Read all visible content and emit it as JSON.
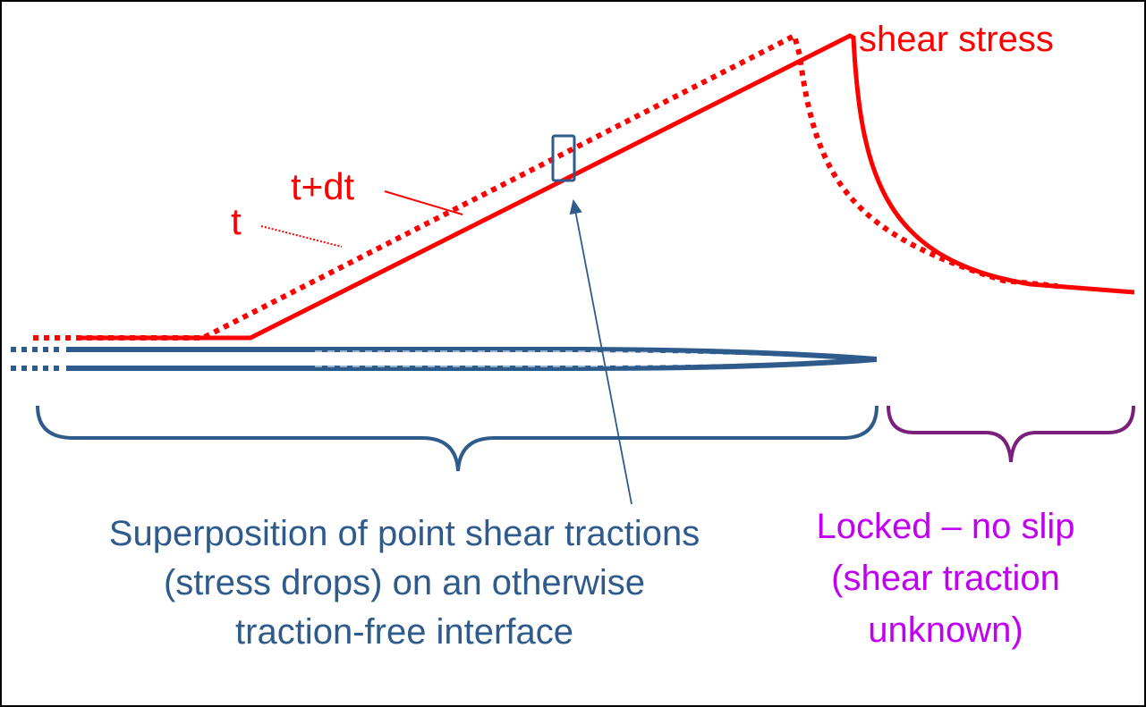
{
  "labels": {
    "shear_stress": "shear stress",
    "t_plus_dt": "t+dt",
    "t": "t",
    "superposition": [
      "Superposition of point shear tractions",
      "(stress drops) on an otherwise",
      "traction-free interface"
    ],
    "locked": [
      "Locked – no slip",
      "(shear traction",
      "unknown)"
    ]
  },
  "colors": {
    "stress": "#ff0000",
    "crack": "#2e5b8c",
    "locked": "#c000f0",
    "locked_brace": "#7a1f7a"
  }
}
